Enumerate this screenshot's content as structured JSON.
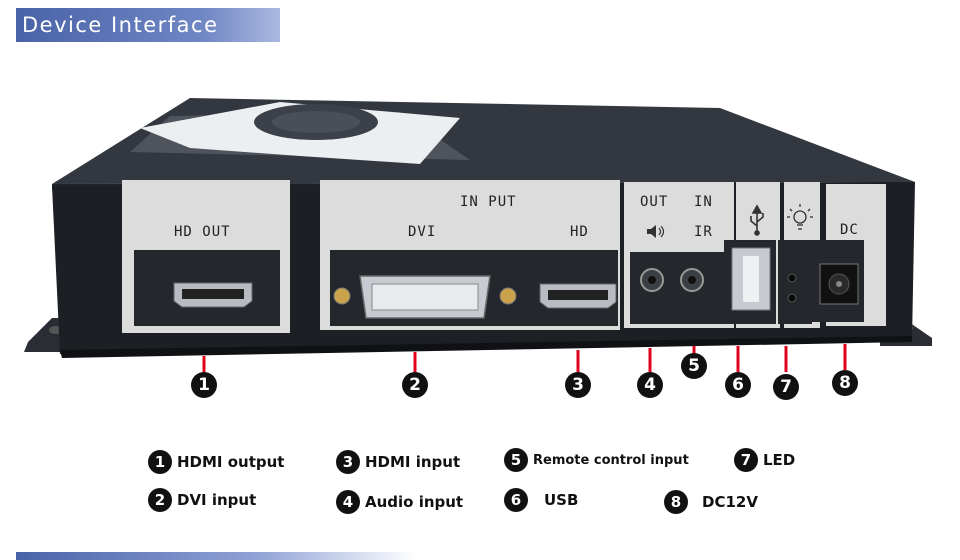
{
  "header": {
    "title": "Device Interface"
  },
  "panel": {
    "hd_out_label": "HD OUT",
    "input_label": "IN PUT",
    "dvi_label": "DVI",
    "hd_label": "HD",
    "out_label": "OUT",
    "in_label": "IN",
    "ir_label": "IR",
    "dc_label": "DC"
  },
  "callouts": [
    "1",
    "2",
    "3",
    "4",
    "5",
    "6",
    "7",
    "8"
  ],
  "legend": [
    {
      "num": "1",
      "label": "HDMI output"
    },
    {
      "num": "2",
      "label": "DVI input"
    },
    {
      "num": "3",
      "label": "HDMI input"
    },
    {
      "num": "4",
      "label": "Audio input"
    },
    {
      "num": "5",
      "label": "Remote control input"
    },
    {
      "num": "6",
      "label": "USB"
    },
    {
      "num": "7",
      "label": "LED"
    },
    {
      "num": "8",
      "label": "DC12V"
    }
  ],
  "colors": {
    "accent": "#4a63a8",
    "marker": "#e0001b",
    "device": "#1c1f24"
  }
}
